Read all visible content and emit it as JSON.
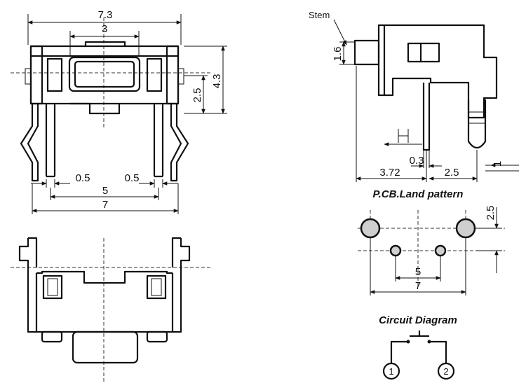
{
  "front_view": {
    "dim_total_width": "7.3",
    "dim_top_width": "3",
    "dim_height": "4.3",
    "dim_body": "2.5",
    "dim_pin_left": "0.5",
    "dim_pin_right": "0.5",
    "dim_pin_spacing": "5",
    "dim_outer": "7"
  },
  "side_view": {
    "stem_label": "Stem",
    "dim_stem": "1.6",
    "dim_pin": "0.3",
    "dim_depth": "3.72",
    "dim_offset": "2.5",
    "dim_small": "1"
  },
  "pcb": {
    "title": "P.CB.Land pattern",
    "dim_vertical": "2.5",
    "dim_inner": "5",
    "dim_outer": "7"
  },
  "circuit": {
    "title": "Circuit Diagram",
    "pin1": "1",
    "pin2": "2"
  }
}
